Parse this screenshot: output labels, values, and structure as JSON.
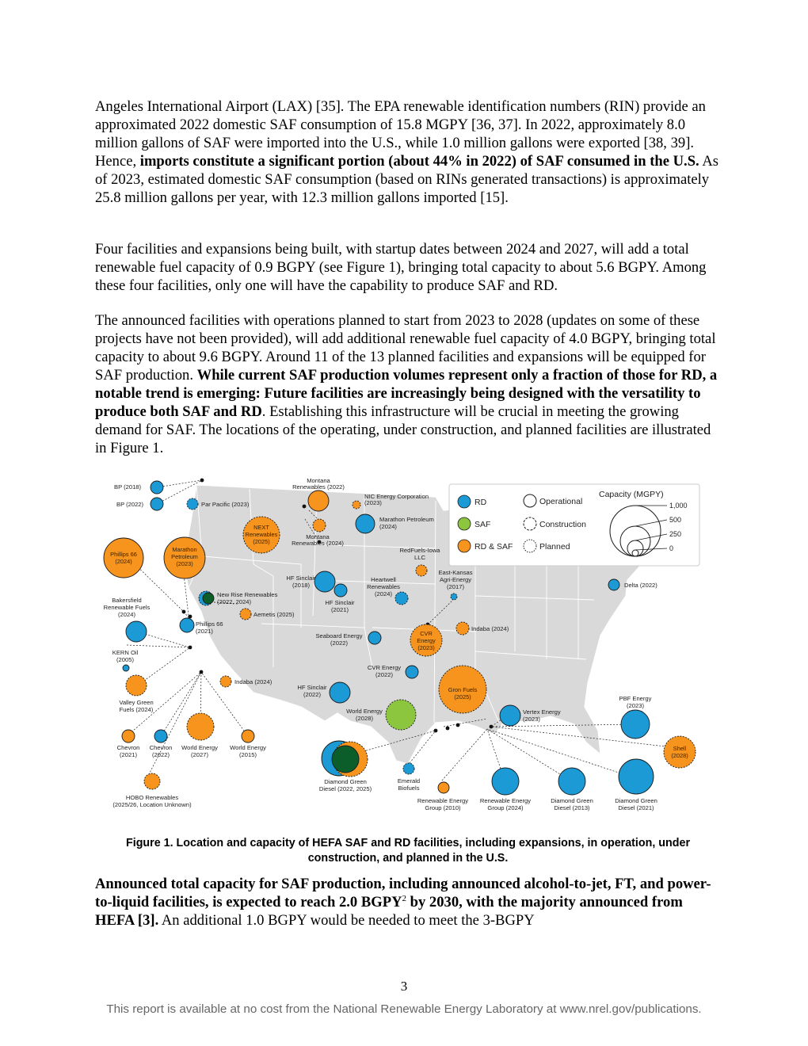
{
  "paragraphs": {
    "p1": {
      "t1": "Angeles International Airport (LAX) [35]. The EPA renewable identification numbers (RIN) provide an approximated 2022 domestic SAF consumption of 15.8 MGPY [36, 37]. In 2022, approximately 8.0 million gallons of SAF were imported into the U.S., while 1.0 million gallons were exported [38, 39]. Hence, ",
      "b1": "imports constitute a significant portion (about 44% in 2022) of SAF consumed in the U.S.",
      "t2": " As of 2023, estimated domestic SAF consumption (based on RINs generated transactions) is approximately 25.8 million gallons per year, with 12.3 million gallons imported [15]."
    },
    "p2": {
      "t1": "Four facilities and expansions being built, with startup dates between 2024 and 2027, will add a total renewable fuel capacity of 0.9 BGPY (see Figure 1), bringing total capacity to about 5.6 BGPY. Among these four facilities, only one will have the capability to produce SAF and RD."
    },
    "p3": {
      "t1": "The announced facilities with operations planned to start from 2023 to 2028 (updates on some of these projects have not been provided), will add additional renewable fuel capacity of 4.0 BGPY, bringing total capacity to about 9.6 BGPY. Around 11 of the 13 planned facilities and expansions will be equipped for SAF production. ",
      "b1": "While current SAF production volumes represent only a fraction of those for RD, a notable trend is emerging: Future facilities are increasingly being designed with the versatility to produce both SAF and RD",
      "t2": ". Establishing this infrastructure will be crucial in meeting the growing demand for SAF. The locations of the operating, under construction, and planned facilities are illustrated in Figure 1."
    },
    "p4": {
      "b1": "Announced total capacity for SAF production, including announced alcohol-to-jet, FT, and power-to-liquid facilities, is expected to reach 2.0 BGPY",
      "sup": "2",
      "b2": " by 2030, with the majority announced from HEFA [3].",
      "t1": " An additional 1.0 BGPY would be needed to meet the 3-BGPY"
    }
  },
  "figure": {
    "caption": "Figure 1. Location and capacity of HEFA SAF and RD facilities, including expansions, in operation, under construction, and planned in the U.S.",
    "colors": {
      "rd": "#1c9ad6",
      "saf": "#8cc63f",
      "rd_saf": "#f7941d",
      "dark_green": "#0b5e2a",
      "map": "#d9d9d9"
    },
    "legend": {
      "rd": "RD",
      "saf": "SAF",
      "rd_saf": "RD & SAF",
      "operational": "Operational",
      "construction": "Construction",
      "planned": "Planned",
      "capacity_title": "Capacity (MGPY)",
      "capacity_values": [
        "1,000",
        "500",
        "250",
        "0"
      ]
    },
    "labels": {
      "bp2018": "BP (2018)",
      "bp2022": "BP (2022)",
      "parpacific": "Par Pacific (2023)",
      "montana2022": [
        "Montana",
        "Renewables (2022)"
      ],
      "montana2024": [
        "Montana",
        "Renewables (2024)"
      ],
      "next": [
        "NEXT",
        "Renewables",
        "(2025)"
      ],
      "nic": [
        "NIC Energy Corporation",
        "(2023)"
      ],
      "marathon2024": [
        "Marathon Petroleum",
        "(2024)"
      ],
      "redfuels": [
        "RedFuels-Iowa",
        "LLC"
      ],
      "phillips2024": [
        "Phillips 66",
        "(2024)"
      ],
      "marathon2023": [
        "Marathon",
        "Petroleum",
        "(2023)"
      ],
      "eastkansas": [
        "East-Kansas",
        "Agri-Energy",
        "(2017)"
      ],
      "hfs2018": [
        "HF Sinclair",
        "(2018)"
      ],
      "heartwell": [
        "Heartwell",
        "Renewables",
        "(2024)"
      ],
      "newrise": [
        "New Rise Renewables",
        "(2022, 2024)"
      ],
      "hfs2021": [
        "HF Sinclair",
        "(2021)"
      ],
      "delta": "Delta (2022)",
      "bakersfield": [
        "Bakersfield",
        "Renewable Fuels",
        "(2024)"
      ],
      "aemetis": "Aemetis (2025)",
      "phillips2021": [
        "Phillips 66",
        "(2021)"
      ],
      "indaba2024a": "Indaba (2024)",
      "seaboard": [
        "Seaboard Energy",
        "(2022)"
      ],
      "cvr2023": [
        "CVR",
        "Energy",
        "(2023)"
      ],
      "kern": [
        "KERN Oil",
        "(2005)"
      ],
      "cvr2022": [
        "CVR Energy",
        "(2022)"
      ],
      "indaba2024b": "Indaba (2024)",
      "hfs2022": [
        "HF Sinclair",
        "(2022)"
      ],
      "gron": [
        "Gron Fuels",
        "(2025)"
      ],
      "valleygreen": [
        "Valley Green",
        "Fuels (2024)"
      ],
      "worldenergy2028": [
        "World Energy",
        "(2028)"
      ],
      "vertex": [
        "Vertex Energy",
        "(2023)"
      ],
      "pbf": [
        "PBF Energy",
        "(2023)"
      ],
      "shell": [
        "Shell",
        "(2028)"
      ],
      "chevron2021": [
        "Chevron",
        "(2021)"
      ],
      "chevron2022": [
        "Chevron",
        "(2022)"
      ],
      "worldenergy2027": [
        "World Energy",
        "(2027)"
      ],
      "worldenergy2015": [
        "World Energy",
        "(2015)"
      ],
      "dgd2022": [
        "Diamond Green",
        "Diesel (2022, 2025)"
      ],
      "emerald": [
        "Emerald",
        "Biofuels"
      ],
      "reg2010": [
        "Renewable Energy",
        "Group (2010)"
      ],
      "reg2024": [
        "Renewable Energy",
        "Group (2024)"
      ],
      "dgd2013": [
        "Diamond Green",
        "Diesel (2013)"
      ],
      "dgd2021": [
        "Diamond Green",
        "Diesel (2021)"
      ],
      "hobo": [
        "HOBO Renewables",
        "(2025/26, Location Unknown)"
      ]
    }
  },
  "page_number": "3",
  "footer": "This report is available at no cost from the National Renewable Energy Laboratory at www.nrel.gov/publications."
}
